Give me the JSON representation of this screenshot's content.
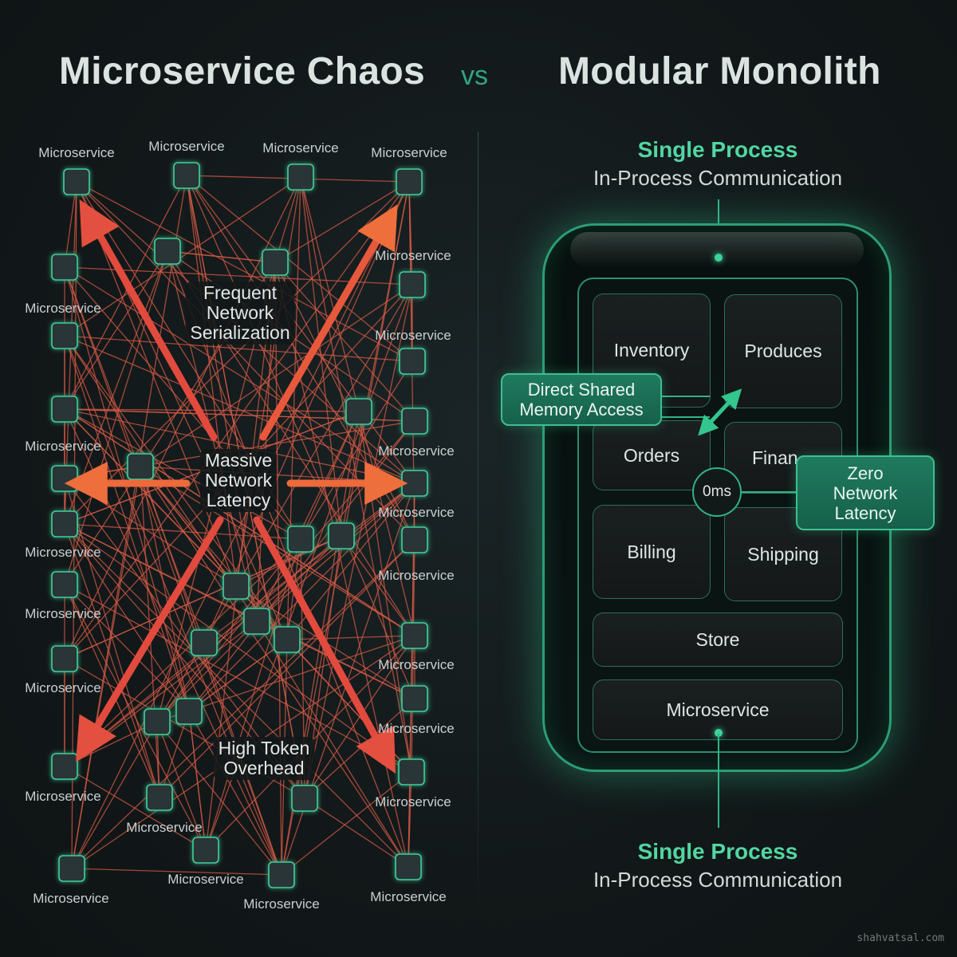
{
  "titles": {
    "left": "Microservice Chaos",
    "vs": "vs",
    "right": "Modular Monolith"
  },
  "chaos": {
    "node_label": "Microservice",
    "callouts": {
      "serialization": [
        "Frequent",
        "Network",
        "Serialization"
      ],
      "latency": [
        "Massive",
        "Network",
        "Latency"
      ],
      "token": [
        "High Token",
        "Overhead"
      ]
    }
  },
  "monolith": {
    "top": {
      "title": "Single Process",
      "subtitle": "In-Process Communication"
    },
    "bottom": {
      "title": "Single Process",
      "subtitle": "In-Process Communication"
    },
    "modules": {
      "inventory": "Inventory",
      "produces": "Produces",
      "orders": "Orders",
      "finance": "Finan",
      "billing": "Billing",
      "shipping": "Shipping",
      "store": "Store",
      "microservice": "Microservice"
    },
    "shared_memory": [
      "Direct Shared",
      "Memory Access"
    ],
    "zero_latency": [
      "Zero",
      "Network",
      "Latency"
    ],
    "latency_value": "0ms"
  },
  "colors": {
    "accent_green": "#3fd29a",
    "arrow_red": "#e0483e",
    "edge_red": "#d65a46"
  },
  "watermark": "shahvatsal.com"
}
